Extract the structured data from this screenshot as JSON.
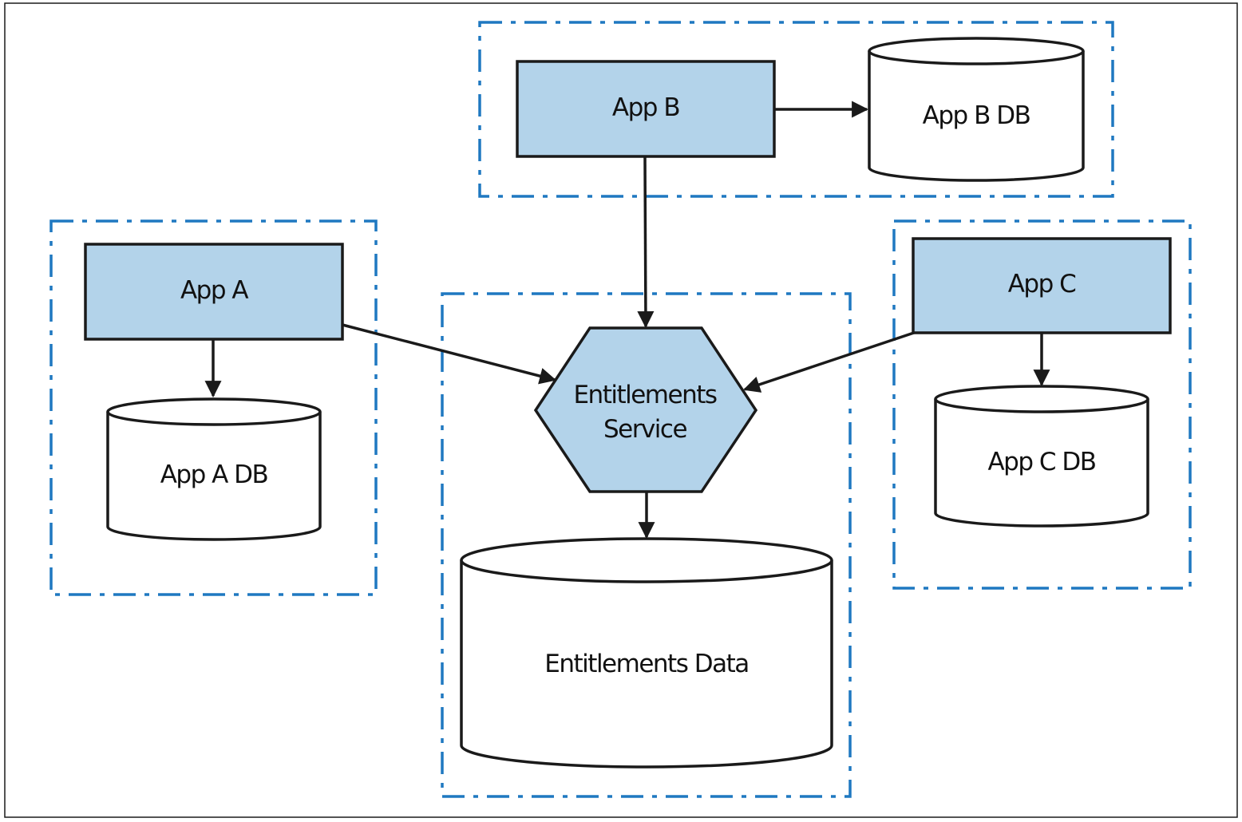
{
  "nodes": {
    "app_b": {
      "label": "App B"
    },
    "app_b_db": {
      "label": "App B DB"
    },
    "app_a": {
      "label": "App A"
    },
    "app_a_db": {
      "label": "App A DB"
    },
    "app_c": {
      "label": "App C"
    },
    "app_c_db": {
      "label": "App C DB"
    },
    "entitlements_service": {
      "line1": "Entitlements",
      "line2": "Service"
    },
    "entitlements_data": {
      "label": "Entitlements Data"
    }
  },
  "edges": [
    {
      "from": "App B",
      "to": "App B DB"
    },
    {
      "from": "App B",
      "to": "Entitlements Service"
    },
    {
      "from": "App A",
      "to": "App A DB"
    },
    {
      "from": "App A",
      "to": "Entitlements Service"
    },
    {
      "from": "App C",
      "to": "App C DB"
    },
    {
      "from": "App C",
      "to": "Entitlements Service"
    },
    {
      "from": "Entitlements Service",
      "to": "Entitlements Data"
    }
  ],
  "colors": {
    "boundary": "#1f78c1",
    "app_fill": "#b3d3ea",
    "stroke": "#1a1a1a"
  }
}
